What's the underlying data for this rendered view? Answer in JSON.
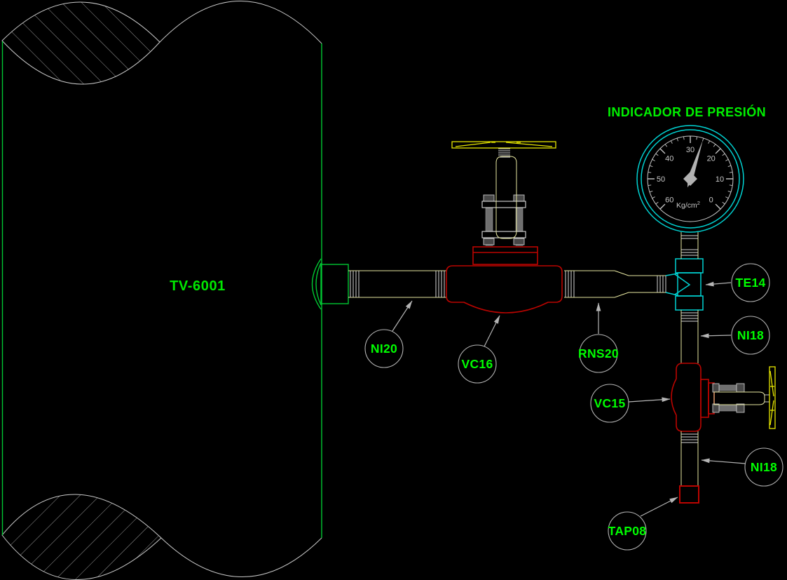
{
  "drawing": {
    "gauge_heading": "INDICADOR DE PRESIÓN",
    "vessel_tag": "TV-6001"
  },
  "gauge": {
    "unit": "Kg/cm",
    "unit_exponent": "2",
    "scale_labels": [
      "0",
      "10",
      "20",
      "30",
      "40",
      "50",
      "60"
    ],
    "scale_min": 0,
    "scale_max": 60,
    "needle_value_approx": 26
  },
  "callouts": [
    {
      "label": "NI20"
    },
    {
      "label": "VC16"
    },
    {
      "label": "RNS20"
    },
    {
      "label": "TE14"
    },
    {
      "label": "NI18"
    },
    {
      "label": "VC15"
    },
    {
      "label": "NI18"
    },
    {
      "label": "TAP08"
    }
  ],
  "colors": {
    "background": "#000000",
    "label_green": "#00ff00",
    "vessel_green": "#00c832",
    "valve_red": "#bb0400",
    "pipe_yellow": "#e6e6a0",
    "handwheel_yellow": "#e8e800",
    "fitting_cyan": "#00d2d2",
    "line_gray": "#c8c8c8",
    "hatch_gray": "#9a9a9a",
    "needle_gray": "#b2b2b2",
    "callout_gray": "#b4b4b4"
  }
}
